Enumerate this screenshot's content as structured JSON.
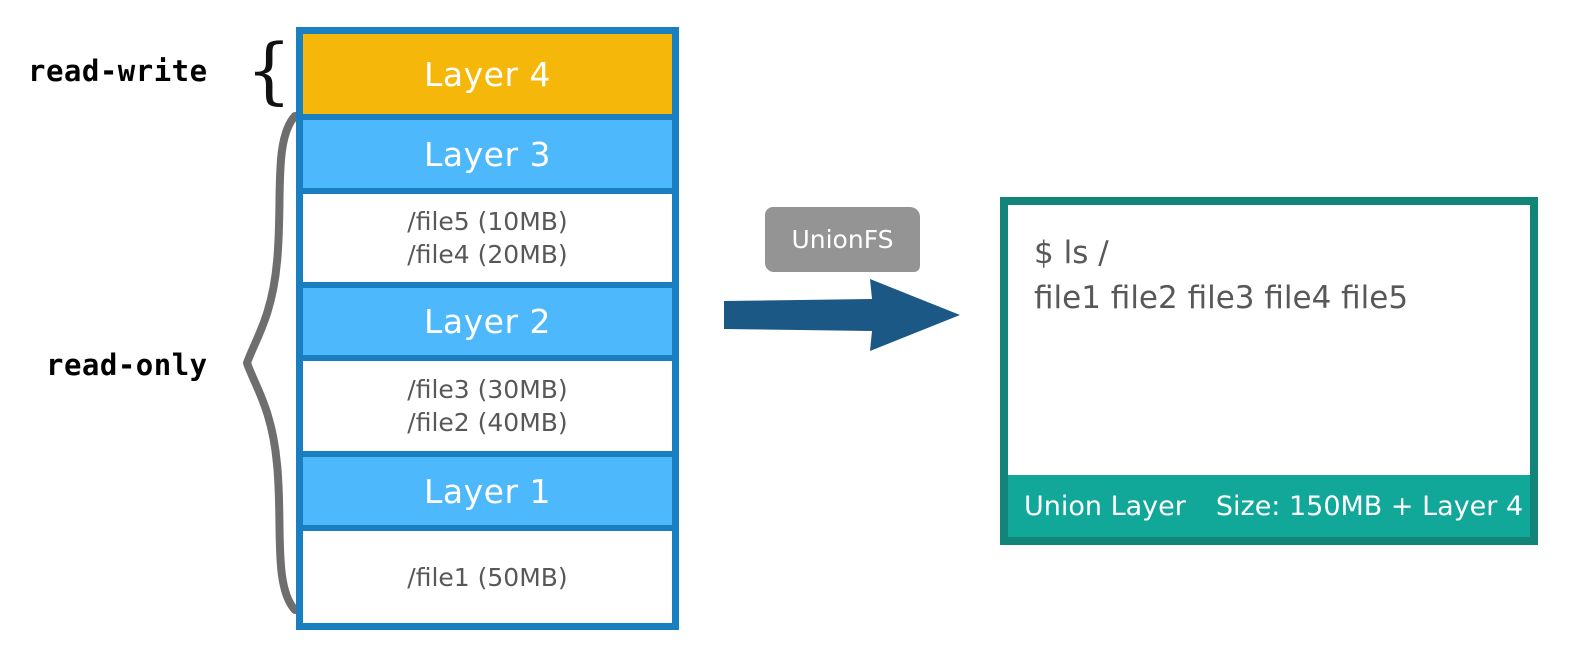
{
  "diagram": {
    "title": "UnionFS layered filesystem diagram",
    "colors": {
      "layer_writable": "#f5b70a",
      "layer_readonly": "#4db8fb",
      "stack_border": "#1a7fc1",
      "file_text": "#585858",
      "union_border": "#128578",
      "union_footer": "#11a899",
      "arrow": "#1b5886",
      "tag_bg": "#949494"
    }
  },
  "left_labels": {
    "read_write": "read-write",
    "read_only": "read-only",
    "brace_rw": "{"
  },
  "stack": {
    "rows": [
      {
        "kind": "layer",
        "label": "Layer 4",
        "writable": true
      },
      {
        "kind": "layer",
        "label": "Layer 3",
        "writable": false
      },
      {
        "kind": "files",
        "label": "/file5  (10MB)\n/file4  (20MB)"
      },
      {
        "kind": "layer",
        "label": "Layer 2",
        "writable": false
      },
      {
        "kind": "files",
        "label": "/file3 (30MB)\n/file2 (40MB)"
      },
      {
        "kind": "layer",
        "label": "Layer 1",
        "writable": false
      },
      {
        "kind": "files",
        "label": "/file1  (50MB)"
      }
    ]
  },
  "middle": {
    "tag_label": "UnionFS",
    "arrow_name": "right-arrow"
  },
  "union_panel": {
    "terminal_text": "$ ls /\nfile1 file2 file3 file4 file5",
    "footer_title": "Union Layer",
    "footer_size": "Size: 150MB + Layer 4"
  }
}
